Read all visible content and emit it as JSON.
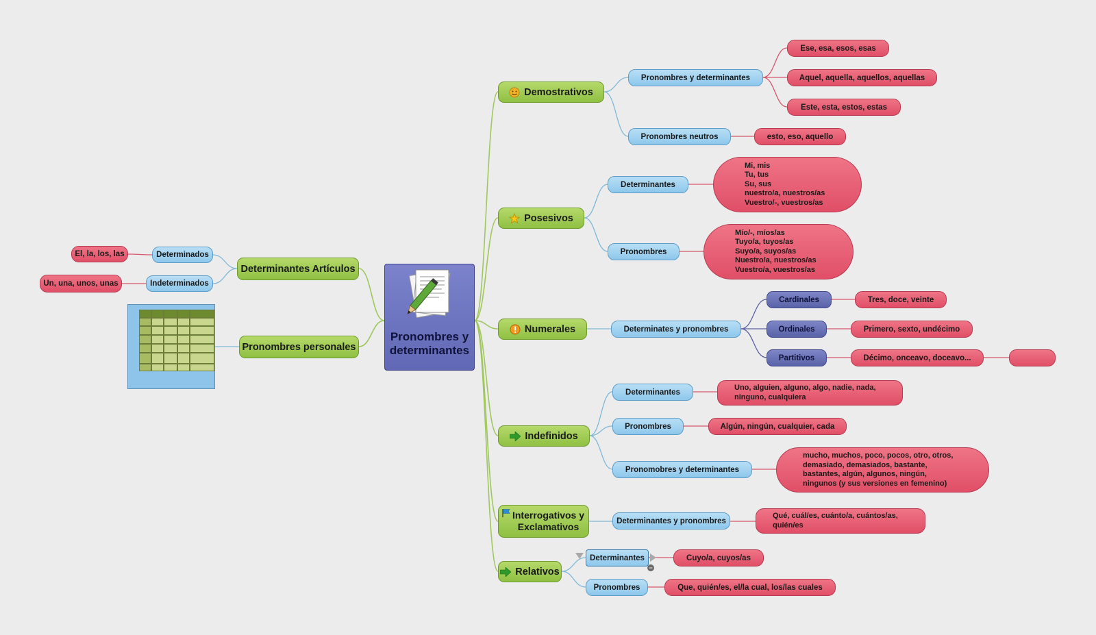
{
  "central": {
    "title": "Pronombres y determinantes",
    "icon": "document-pencil-icon"
  },
  "left": {
    "articulos": {
      "label": "Determinantes Artículos",
      "determinados": {
        "label": "Determinados",
        "example": "El, la, los, las"
      },
      "indeterminados": {
        "label": "Indeterminados",
        "example": "Un, una, unos, unas"
      }
    },
    "personales": {
      "label": "Pronombres personales",
      "thumbnail": "pronoun-table-thumbnail"
    }
  },
  "right": {
    "demostrativos": {
      "label": "Demostrativos",
      "icon": "smiley-face-icon",
      "pron_det": {
        "label": "Pronombres y determinantes",
        "items": [
          "Ese, esa, esos, esas",
          "Aquel, aquella, aquellos, aquellas",
          "Este, esta, estos, estas"
        ]
      },
      "neutros": {
        "label": "Pronombres neutros",
        "item": "esto, eso, aquello"
      }
    },
    "posesivos": {
      "label": "Posesivos",
      "icon": "star-icon",
      "determinantes": {
        "label": "Determinantes",
        "lines": [
          "Mi, mis",
          "Tu, tus",
          "Su, sus",
          "nuestro/a, nuestros/as",
          "Vuestro/-, vuestros/as"
        ]
      },
      "pronombres": {
        "label": "Pronombres",
        "lines": [
          "Mío/-, míos/as",
          "Tuyo/a, tuyos/as",
          "Suyo/a, suyos/as",
          "Nuestro/a, nuestros/as",
          "Vuestro/a, vuestros/as"
        ]
      }
    },
    "numerales": {
      "label": "Numerales",
      "icon": "exclamation-icon",
      "child": {
        "label": "Determinates y pronombres"
      },
      "cardinales": {
        "label": "Cardinales",
        "item": "Tres, doce, veinte"
      },
      "ordinales": {
        "label": "Ordinales",
        "item": "Primero, sexto, undécimo"
      },
      "partitivos": {
        "label": "Partitivos",
        "item": "Décimo, onceavo, doceavo...",
        "extra": ""
      }
    },
    "indefinidos": {
      "label": "Indefinidos",
      "icon": "arrow-right-icon",
      "determinantes": {
        "label": "Determinantes",
        "lines": [
          "Uno, alguien, alguno, algo, nadie, nada,",
          "ninguno, cualquiera"
        ]
      },
      "pronombres": {
        "label": "Pronombres",
        "item": "Algún, ningún, cualquier, cada"
      },
      "pron_det": {
        "label": "Pronomobres y determinantes",
        "lines": [
          "mucho, muchos, poco, pocos, otro, otros,",
          "demasiado, demasiados, bastante,",
          "bastantes, algún, algunos, ningún,",
          "ningunos (y sus versiones en femenino)"
        ]
      }
    },
    "interrogativos": {
      "label": "Interrogativos y Exclamativos",
      "icon": "flag-icon",
      "child": {
        "label": "Determinantes y pronombres",
        "lines": [
          "Qué, cuál/es, cuánto/a, cuántos/as,",
          "quién/es"
        ]
      }
    },
    "relativos": {
      "label": "Relativos",
      "icon": "arrow-right-icon",
      "determinantes": {
        "label": "Determinantes",
        "item": "Cuyo/a, cuyos/as"
      },
      "pronombres": {
        "label": "Pronombres",
        "item": "Que, quién/es, el/la cual, los/las cuales"
      }
    }
  },
  "colors": {
    "background": "#ececec",
    "central": "#6c73bd",
    "level1": "#9fcc52",
    "level2": "#9ed2f0",
    "level2_alt": "#6a72b6",
    "leaf": "#e65c72",
    "link_green": "#9fc75d",
    "link_blue": "#7fb7d8",
    "link_red": "#d6576b",
    "link_navy": "#5b63a4"
  }
}
